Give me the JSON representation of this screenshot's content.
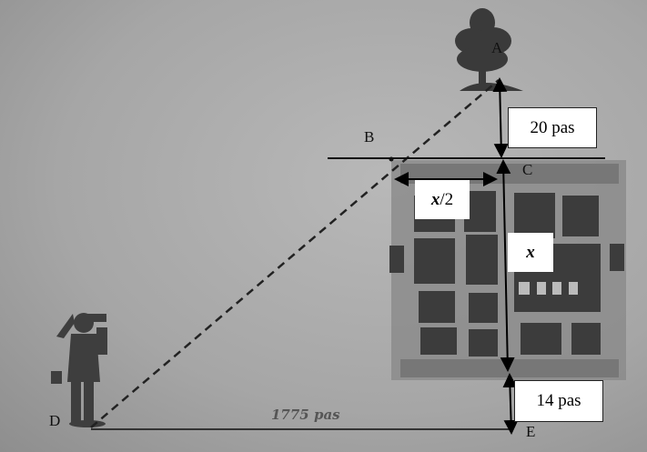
{
  "points": {
    "A": "A",
    "B": "B",
    "C": "C",
    "D": "D",
    "E": "E"
  },
  "labels": {
    "height_above_building": "20 pas",
    "half_width_var": "x",
    "half_width_suffix": "/2",
    "building_height": "x",
    "below_building": "14 pas",
    "ground_distance": "1775 pas"
  }
}
